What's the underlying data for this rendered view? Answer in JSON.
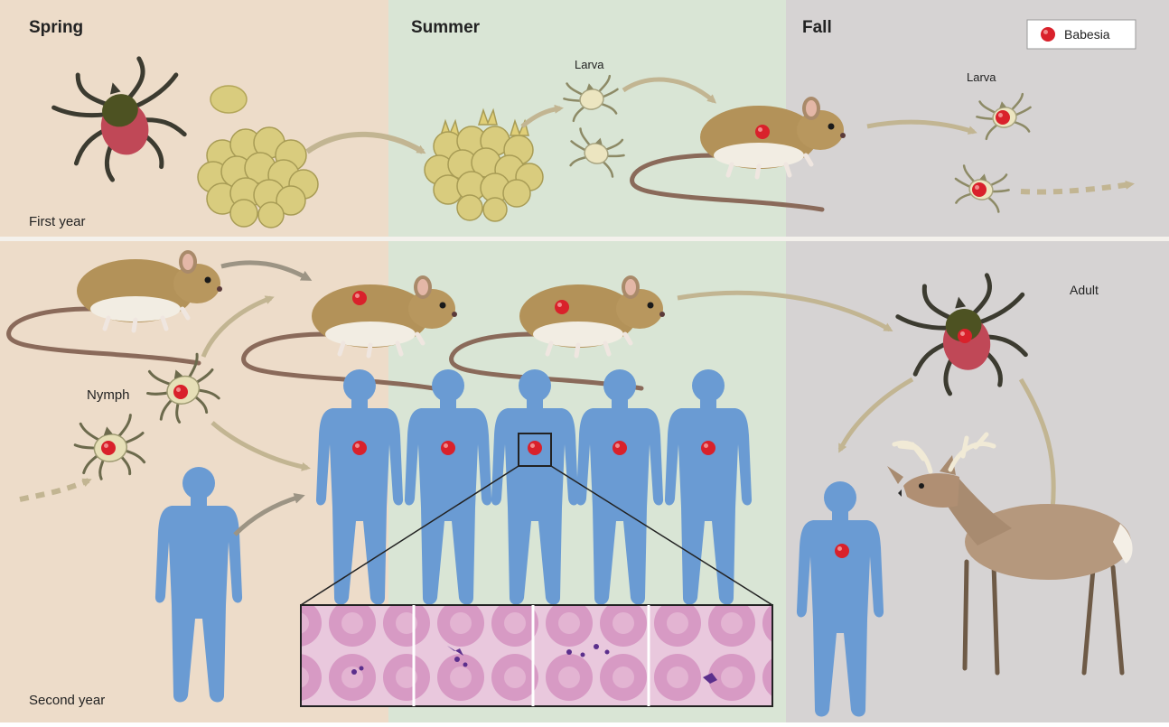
{
  "seasons": {
    "spring": "Spring",
    "summer": "Summer",
    "fall": "Fall"
  },
  "rows": {
    "first_year": "First year",
    "second_year": "Second year"
  },
  "legend": {
    "label": "Babesia"
  },
  "stage_labels": {
    "larva_summer": "Larva",
    "larva_fall": "Larva",
    "nymph": "Nymph",
    "adult": "Adult"
  },
  "colors": {
    "spring_bg": "#eddcc9",
    "summer_bg": "#d9e5d5",
    "fall_bg": "#d6d3d3",
    "human": "#6a9bd3",
    "babesia": "#d9212b",
    "arrow": "#c2b592",
    "mouse_body": "#b39259",
    "egg": "#d9cc7e",
    "tick_body": "#7f1d1d"
  }
}
